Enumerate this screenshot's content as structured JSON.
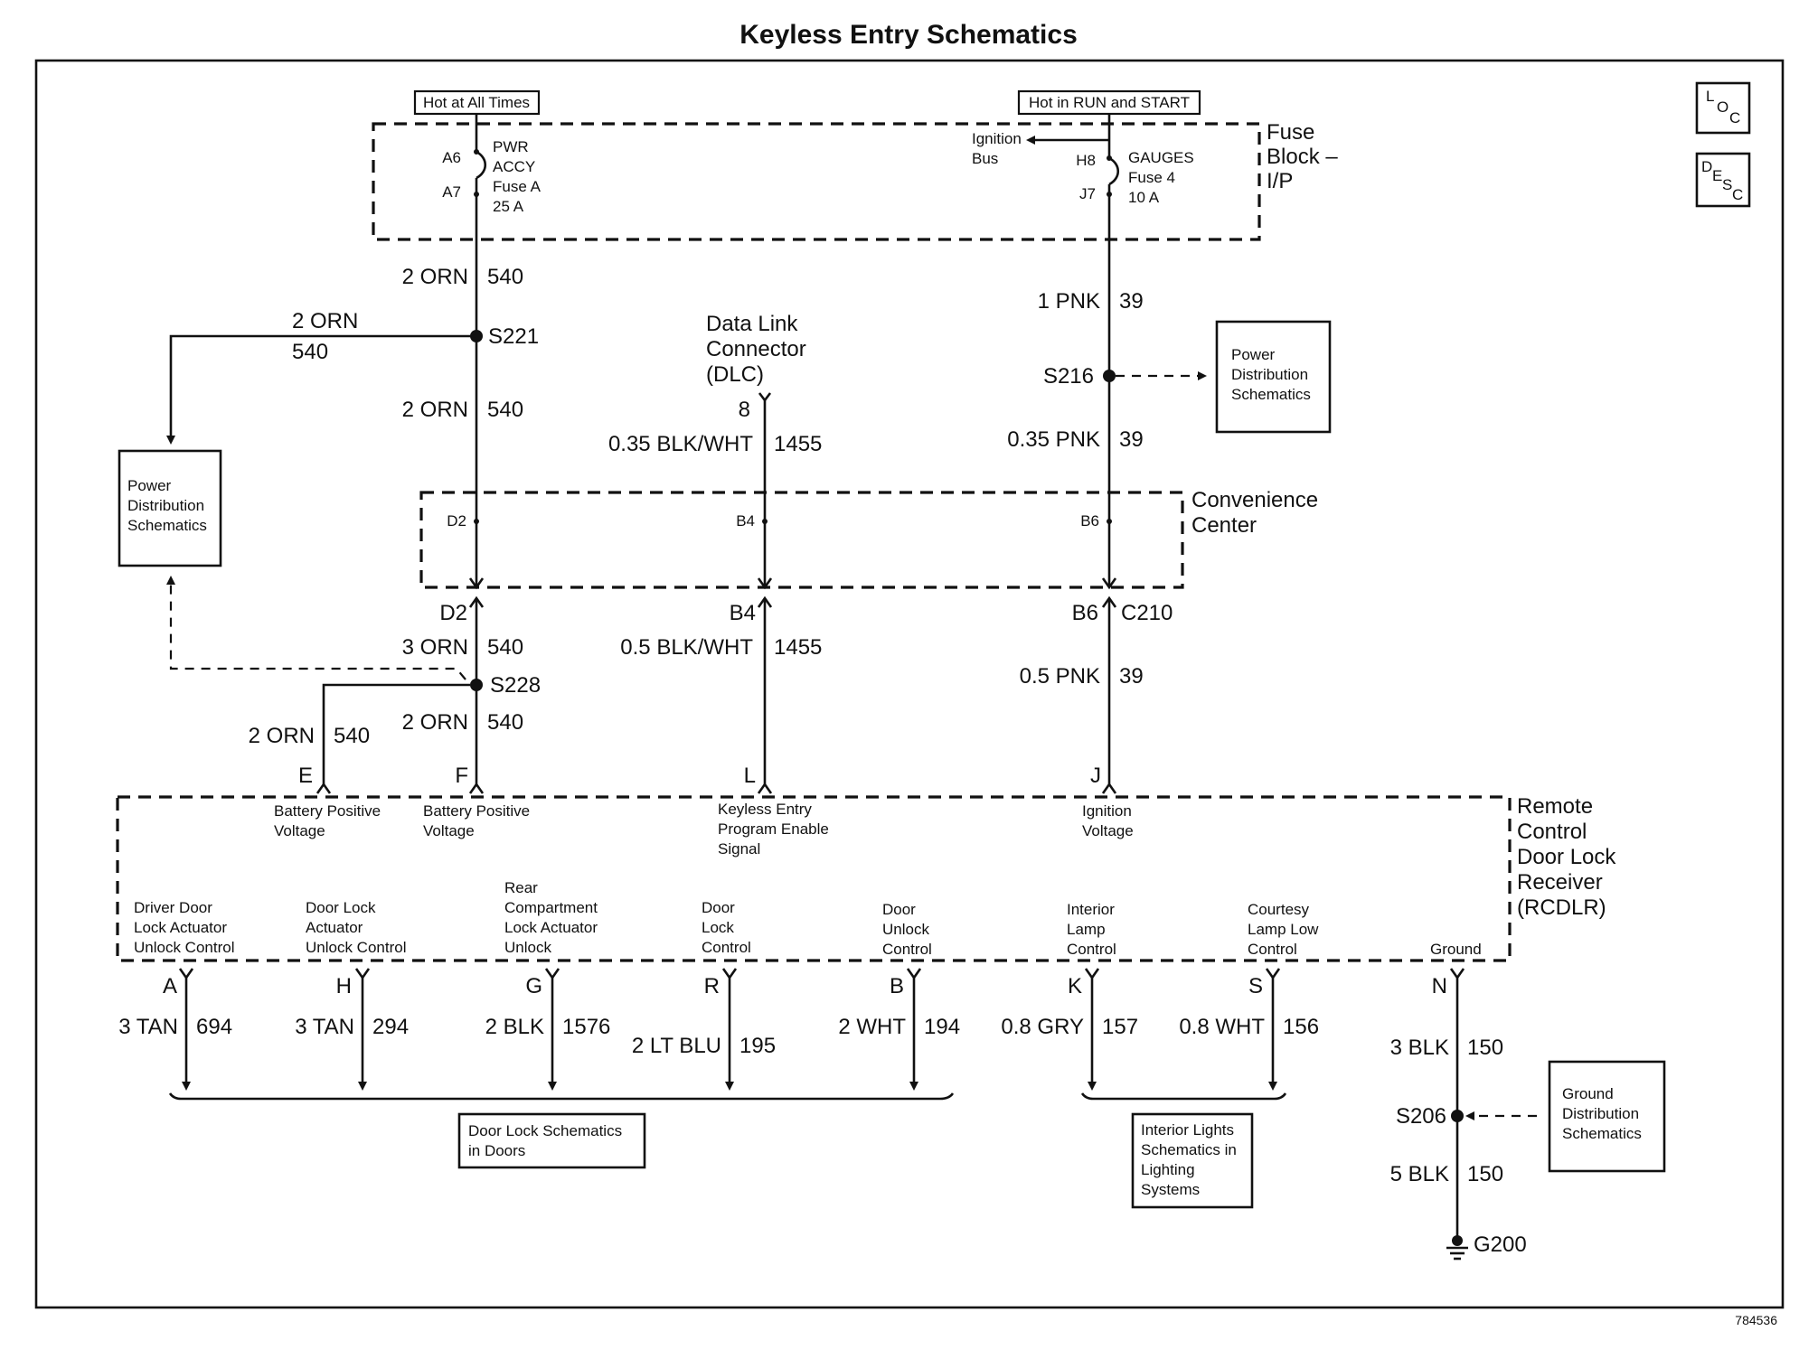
{
  "title": "Keyless Entry Schematics",
  "figure_id": "784536",
  "loc_icon": {
    "letters": [
      "L",
      "O",
      "C"
    ]
  },
  "desc_icon": {
    "letters": [
      "D",
      "E",
      "S",
      "C"
    ]
  },
  "power": {
    "hot_all_times": "Hot at All Times",
    "hot_run_start": "Hot in RUN and START"
  },
  "fuse_block": {
    "name": [
      "Fuse",
      "Block –",
      "I/P"
    ],
    "left_fuse": {
      "pin_top": "A6",
      "pin_bottom": "A7",
      "label": [
        "PWR",
        "ACCY",
        "Fuse A",
        "25 A"
      ]
    },
    "right_fuse": {
      "pin_top": "H8",
      "pin_bottom": "J7",
      "label": [
        "GAUGES",
        "Fuse 4",
        "10 A"
      ]
    },
    "ignition_bus": [
      "Ignition",
      "Bus"
    ]
  },
  "wires": {
    "w1": {
      "color": "2 ORN",
      "circuit": "540"
    },
    "w2": {
      "color": "2 ORN",
      "circuit": "540"
    },
    "w3": {
      "color": "2 ORN",
      "circuit": "540"
    },
    "w4": {
      "color": "3 ORN",
      "circuit": "540"
    },
    "w5": {
      "color": "2 ORN",
      "circuit": "540"
    },
    "w6": {
      "color": "2 ORN",
      "circuit": "540"
    },
    "w7": {
      "color": "0.35 BLK/WHT",
      "circuit": "1455"
    },
    "w8": {
      "color": "0.5 BLK/WHT",
      "circuit": "1455"
    },
    "w9": {
      "color": "1 PNK",
      "circuit": "39"
    },
    "w10": {
      "color": "0.35 PNK",
      "circuit": "39"
    },
    "w11": {
      "color": "0.5 PNK",
      "circuit": "39"
    },
    "wa": {
      "color": "3 TAN",
      "circuit": "694"
    },
    "wh": {
      "color": "3 TAN",
      "circuit": "294"
    },
    "wg": {
      "color": "2 BLK",
      "circuit": "1576"
    },
    "wr": {
      "color": "2 LT BLU",
      "circuit": "195"
    },
    "wb": {
      "color": "2 WHT",
      "circuit": "194"
    },
    "wk": {
      "color": "0.8 GRY",
      "circuit": "157"
    },
    "ws": {
      "color": "0.8 WHT",
      "circuit": "156"
    },
    "wn1": {
      "color": "3 BLK",
      "circuit": "150"
    },
    "wn2": {
      "color": "5 BLK",
      "circuit": "150"
    }
  },
  "splices": {
    "s221": "S221",
    "s228": "S228",
    "s216": "S216",
    "s206": "S206"
  },
  "ground": "G200",
  "dlc": {
    "name": [
      "Data Link",
      "Connector",
      "(DLC)"
    ],
    "pin": "8"
  },
  "convenience_center": {
    "name": [
      "Convenience",
      "Center"
    ],
    "pins": [
      "D2",
      "B4",
      "B6"
    ]
  },
  "connector_c210": {
    "pins": [
      "D2",
      "B4",
      "B6"
    ],
    "name": "C210"
  },
  "boxes": {
    "pd_left": [
      "Power",
      "Distribution",
      "Schematics"
    ],
    "pd_right": [
      "Power",
      "Distribution",
      "Schematics"
    ],
    "door_lock": [
      "Door Lock Schematics",
      "in Doors"
    ],
    "interior_lights": [
      "Interior Lights",
      "Schematics in",
      "Lighting",
      "Systems"
    ],
    "ground_dist": [
      "Ground",
      "Distribution",
      "Schematics"
    ]
  },
  "rcdlr": {
    "name": [
      "Remote",
      "Control",
      "Door Lock",
      "Receiver",
      "(RCDLR)"
    ],
    "top_pins": [
      {
        "pin": "E",
        "label": [
          "Battery Positive",
          "Voltage"
        ]
      },
      {
        "pin": "F",
        "label": [
          "Battery Positive",
          "Voltage"
        ]
      },
      {
        "pin": "L",
        "label": [
          "Keyless Entry",
          "Program Enable",
          "Signal"
        ]
      },
      {
        "pin": "J",
        "label": [
          "Ignition",
          "Voltage"
        ]
      }
    ],
    "bottom_pins": [
      {
        "pin": "A",
        "label": [
          "Driver Door",
          "Lock Actuator",
          "Unlock Control"
        ]
      },
      {
        "pin": "H",
        "label": [
          "Door Lock",
          "Actuator",
          "Unlock Control"
        ]
      },
      {
        "pin": "G",
        "label": [
          "Rear",
          "Compartment",
          "Lock Actuator",
          "Unlock"
        ]
      },
      {
        "pin": "R",
        "label": [
          "Door",
          "Lock",
          "Control"
        ]
      },
      {
        "pin": "B",
        "label": [
          "Door",
          "Unlock",
          "Control"
        ]
      },
      {
        "pin": "K",
        "label": [
          "Interior",
          "Lamp",
          "Control"
        ]
      },
      {
        "pin": "S",
        "label": [
          "Courtesy",
          "Lamp Low",
          "Control"
        ]
      },
      {
        "pin": "N",
        "label": [
          "Ground"
        ]
      }
    ]
  }
}
